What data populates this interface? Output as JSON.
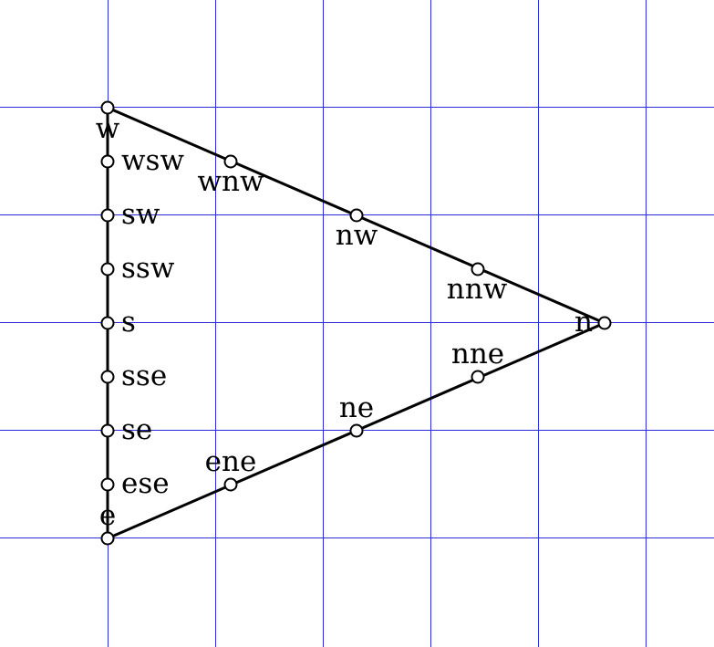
{
  "colors": {
    "grid": "#2b2bdb",
    "edge": "#000000",
    "anchor_fill": "#ffffff"
  },
  "labels": {
    "w": "w",
    "wsw": "wsw",
    "sw": "sw",
    "ssw": "ssw",
    "s": "s",
    "sse": "sse",
    "se": "se",
    "ese": "ese",
    "e": "e",
    "wnw": "wnw",
    "nw": "nw",
    "nnw": "nnw",
    "n": "n",
    "nne": "nne",
    "ne": "ne",
    "ene": "ene"
  }
}
